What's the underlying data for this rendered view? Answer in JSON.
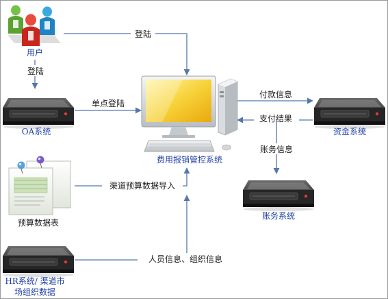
{
  "nodes": {
    "users": "用户",
    "oa": "OA系统",
    "main": "费用报销管控系统",
    "funds": "资金系统",
    "budget": "预算数据表",
    "accounts": "账务系统",
    "hr_line1": "HR系统/ 渠道市",
    "hr_line2": "场组织数据"
  },
  "edges": {
    "users_to_main": "登陆",
    "users_to_oa": "登陆",
    "oa_to_main": "单点登陆",
    "main_to_funds": "付款信息",
    "funds_to_main": "支付结果",
    "main_to_accounts": "账务信息",
    "budget_to_main": "渠道预算数据导入",
    "hr_to_main": "人员信息、组织信息"
  },
  "colors": {
    "node_label": "#1f3fa6",
    "edge_line": "#5577aa",
    "screen": "#f2c418",
    "server_dark": "#2b2b2b",
    "server_silver": "#cfd3d6"
  },
  "icons": {
    "users": "users-icon",
    "oa": "server-icon",
    "main": "desktop-computer-icon",
    "funds": "server-icon",
    "budget": "documents-icon",
    "accounts": "server-icon",
    "hr": "server-icon"
  }
}
